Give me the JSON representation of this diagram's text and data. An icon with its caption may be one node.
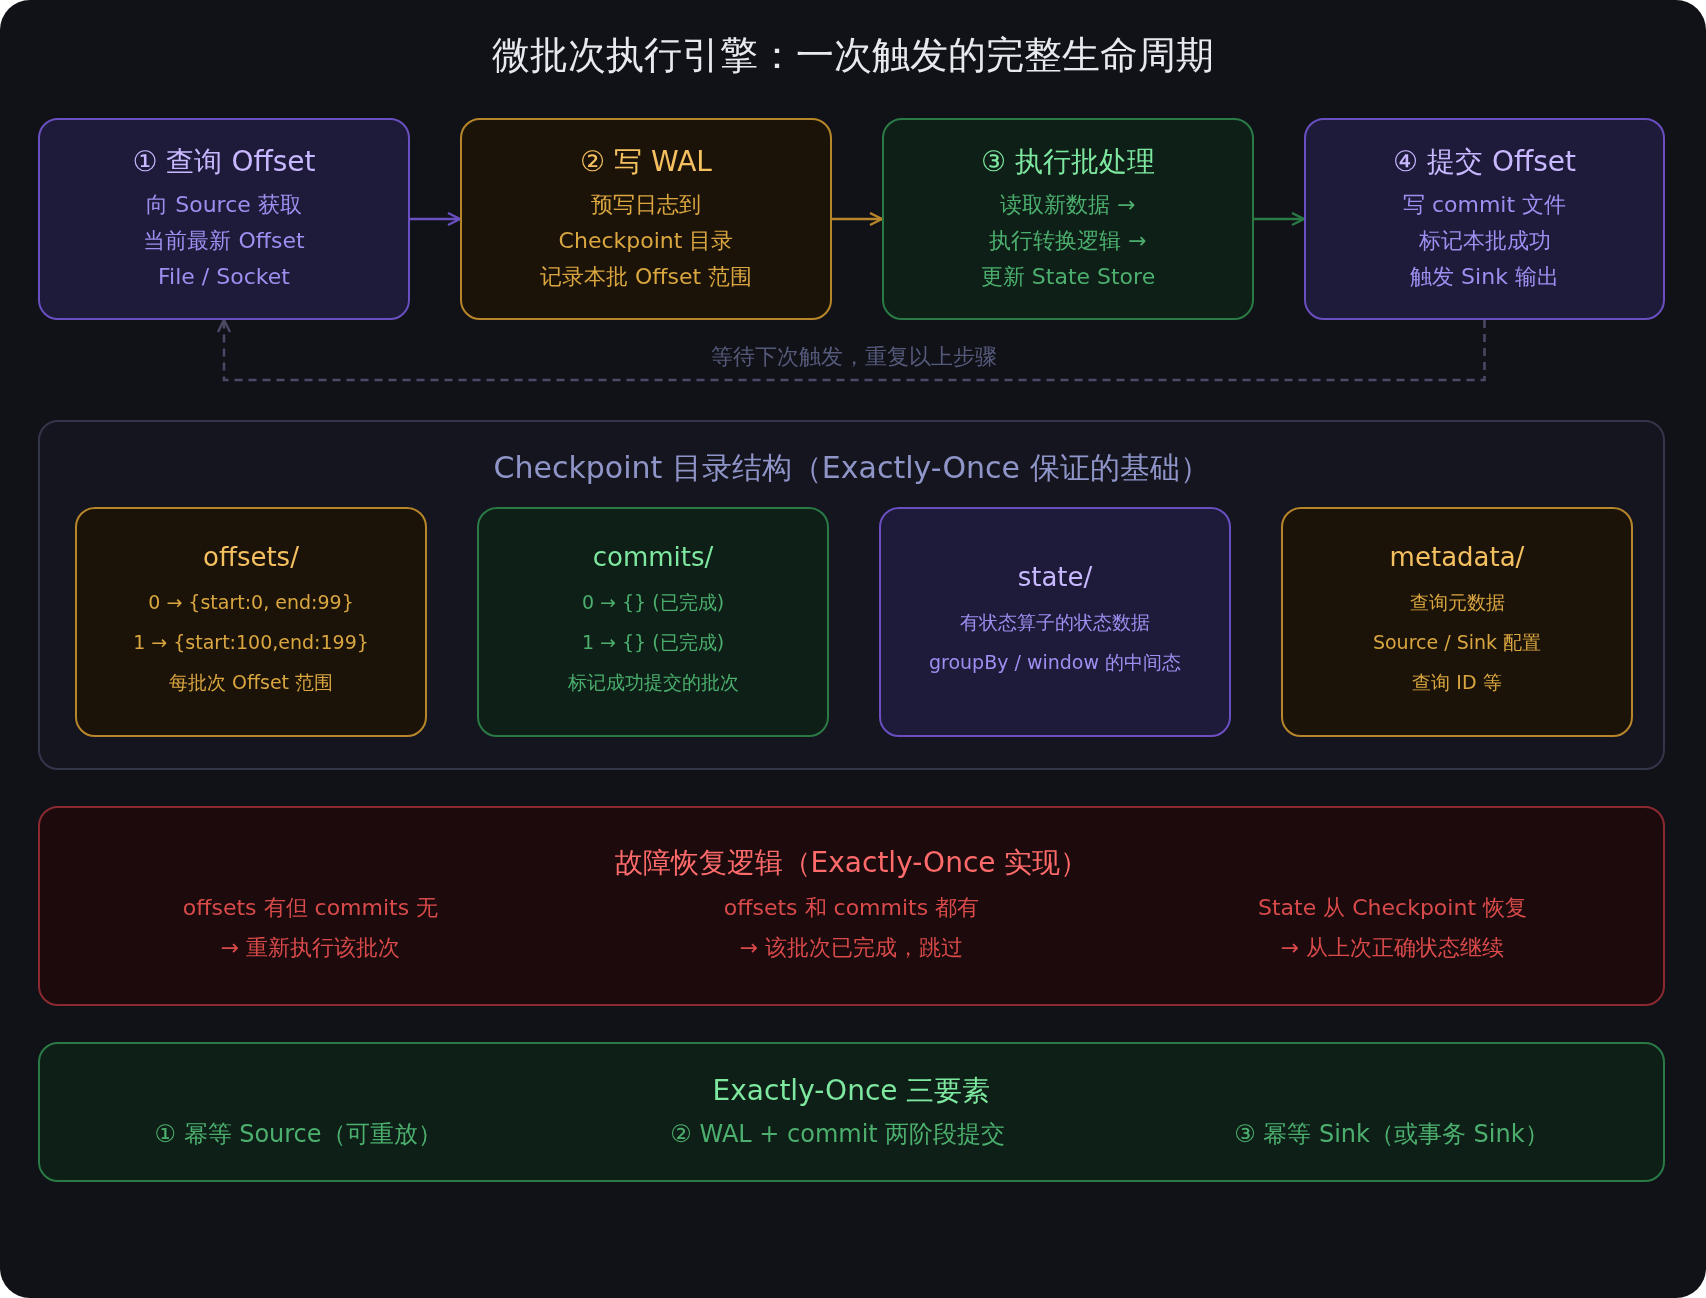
{
  "diagram": {
    "title": "微批次执行引擎：一次触发的完整生命周期",
    "nodes": [
      {
        "text": [
          "① 查询 Offset",
          "向 Source 获取",
          "当前最新 Offset",
          "File / Socket"
        ]
      },
      {
        "text": [
          "② 写 WAL",
          "预写日志到",
          "Checkpoint 目录",
          "记录本批 Offset 范围"
        ]
      },
      {
        "text": [
          "③ 执行批处理",
          "读取新数据 →",
          "执行转换逻辑 →",
          "更新 State Store"
        ]
      },
      {
        "text": [
          "④ 提交 Offset",
          "写 commit 文件",
          "标记本批成功",
          "触发 Sink 输出"
        ]
      },
      {
        "text": [
          "Checkpoint 目录结构（Exactly-Once 保证的基础）"
        ]
      },
      {
        "text": [
          "offsets/",
          "0 → {start:0, end:99}",
          "1 → {start:100,end:199}",
          "每批次 Offset 范围"
        ],
        "in": 4
      },
      {
        "text": [
          "commits/",
          "0 → {} (已完成)",
          "1 → {} (已完成)",
          "标记成功提交的批次"
        ],
        "in": 4
      },
      {
        "text": [
          "state/",
          "有状态算子的状态数据",
          "groupBy / window 的中间态"
        ],
        "in": 4
      },
      {
        "text": [
          "metadata/",
          "查询元数据",
          "Source / Sink 配置",
          "查询 ID 等"
        ],
        "in": 4
      },
      {
        "text": [
          "故障恢复逻辑（Exactly-Once 实现）",
          "offsets 有但 commits 无 → 重新执行该批次",
          "offsets 和 commits 都有 → 该批次已完成，跳过",
          "State 从 Checkpoint 恢复 → 从上次正确状态继续"
        ]
      },
      {
        "text": [
          "Exactly-Once 三要素",
          "① 幂等 Source（可重放）",
          "② WAL + commit 两阶段提交",
          "③ 幂等 Sink（或事务 Sink）"
        ]
      }
    ],
    "edges": [
      {
        "from": 0,
        "to": 1,
        "arrow": "to",
        "color": "#6a4fc0"
      },
      {
        "from": 1,
        "to": 2,
        "arrow": "to",
        "color": "#b8862a"
      },
      {
        "from": 2,
        "to": 3,
        "arrow": "to",
        "color": "#2a7a45"
      },
      {
        "from": 3,
        "to": 0,
        "arrow": "to",
        "style": "dashed",
        "color": "#4a4a66",
        "label": "等待下次触发，重复以上步骤"
      }
    ]
  }
}
